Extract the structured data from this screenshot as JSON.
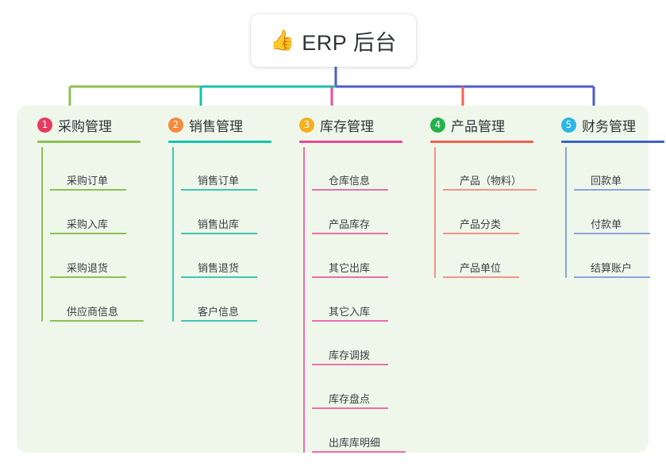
{
  "root": {
    "icon": "thumbs-up-icon",
    "icon_glyph": "👍",
    "title": "ERP 后台"
  },
  "theme": {
    "panel_bg": "#eff7ea",
    "page_bg": "#ffffff",
    "root_stem": "#4d5ec9",
    "text": "#2f3338"
  },
  "columns": [
    {
      "index": "1",
      "title": "采购管理",
      "badge_color": "#e8395e",
      "rule_color": "#8cc152",
      "line_color": "#8cc152",
      "connector_color": "#8cc152",
      "leaves": [
        {
          "label": "采购订单",
          "wide": false
        },
        {
          "label": "采购入库",
          "wide": false
        },
        {
          "label": "采购退货",
          "wide": false
        },
        {
          "label": "供应商信息",
          "wide": true
        }
      ]
    },
    {
      "index": "2",
      "title": "销售管理",
      "badge_color": "#f58a3c",
      "rule_color": "#15c2ae",
      "line_color": "#3fc6b4",
      "connector_color": "#15c2ae",
      "leaves": [
        {
          "label": "销售订单",
          "wide": false
        },
        {
          "label": "销售出库",
          "wide": false
        },
        {
          "label": "销售退货",
          "wide": false
        },
        {
          "label": "客户信息",
          "wide": false
        }
      ]
    },
    {
      "index": "3",
      "title": "库存管理",
      "badge_color": "#f5b01e",
      "rule_color": "#e8489b",
      "line_color": "#ea6fae",
      "connector_color": "#ea4f9d",
      "leaves": [
        {
          "label": "仓库信息",
          "wide": false
        },
        {
          "label": "产品库存",
          "wide": false
        },
        {
          "label": "其它出库",
          "wide": false
        },
        {
          "label": "其它入库",
          "wide": false
        },
        {
          "label": "库存调拨",
          "wide": false
        },
        {
          "label": "库存盘点",
          "wide": false
        },
        {
          "label": "出库库明细",
          "wide": true
        }
      ]
    },
    {
      "index": "4",
      "title": "产品管理",
      "badge_color": "#22b24c",
      "rule_color": "#f4604f",
      "line_color": "#f59189",
      "connector_color": "#f4604f",
      "leaves": [
        {
          "label": "产品（物料）",
          "wide": true
        },
        {
          "label": "产品分类",
          "wide": false
        },
        {
          "label": "产品单位",
          "wide": false
        }
      ]
    },
    {
      "index": "5",
      "title": "财务管理",
      "badge_color": "#29b6e8",
      "rule_color": "#3c62c6",
      "line_color": "#8aa3e0",
      "connector_color": "#4d5ec9",
      "leaves": [
        {
          "label": "回款单",
          "wide": false
        },
        {
          "label": "付款单",
          "wide": false
        },
        {
          "label": "结算账户",
          "wide": false
        }
      ]
    }
  ]
}
